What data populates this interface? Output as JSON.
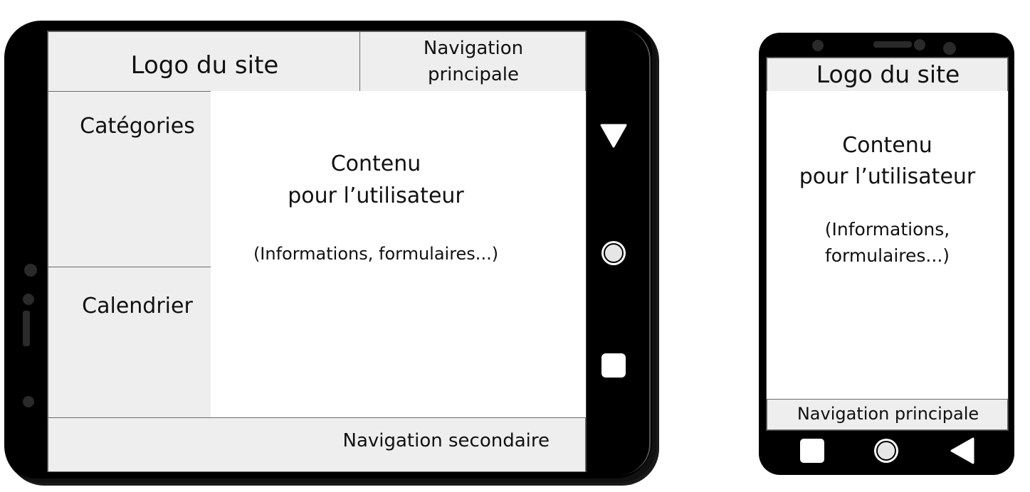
{
  "tablet": {
    "logo": "Logo du site",
    "nav_main_line1": "Navigation",
    "nav_main_line2": "principale",
    "categories": "Catégories",
    "calendar": "Calendrier",
    "content_line1": "Contenu",
    "content_line2": "pour l’utilisateur",
    "content_note": "(Informations, formulaires...)",
    "nav_secondary": "Navigation secondaire",
    "buttons": [
      "back-triangle-icon",
      "home-circle-icon",
      "recent-square-icon"
    ]
  },
  "phone": {
    "logo": "Logo du site",
    "content_line1": "Contenu",
    "content_line2": "pour l’utilisateur",
    "note_line1": "(Informations,",
    "note_line2": "formulaires...)",
    "nav_main": "Navigation principale",
    "buttons": [
      "recent-square-icon",
      "home-circle-icon",
      "back-triangle-icon"
    ]
  },
  "colors": {
    "device": "#000000",
    "panel": "#eeeeee",
    "screen": "#ffffff",
    "border": "#6b6b6b"
  }
}
